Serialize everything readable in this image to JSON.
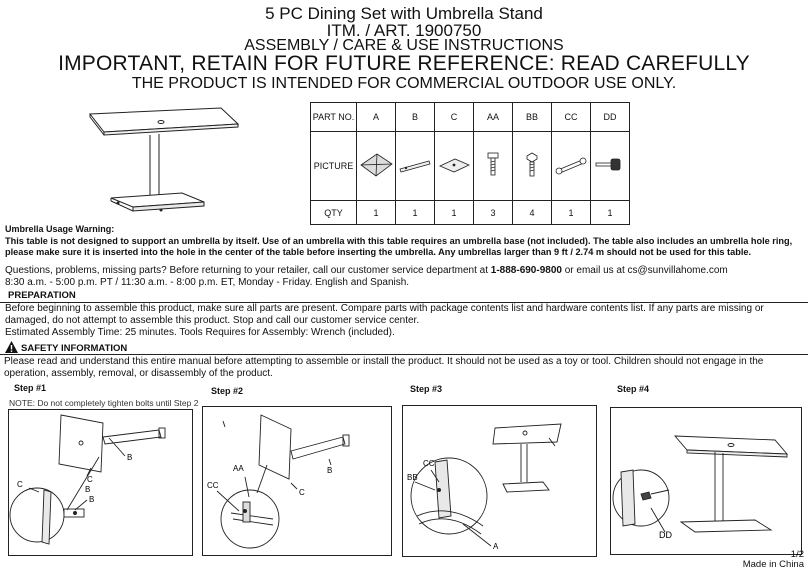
{
  "header": {
    "title": "5 PC Dining Set with Umbrella Stand",
    "item_no": "ITM. / ART. 1900750",
    "subtitle": "ASSEMBLY / CARE & USE INSTRUCTIONS",
    "important": "IMPORTANT, RETAIN FOR FUTURE  REFERENCE: READ CAREFULLY",
    "commercial": "THE PRODUCT IS INTENDED FOR COMMERCIAL OUTDOOR USE ONLY."
  },
  "parts_table": {
    "row_headers": [
      "PART NO.",
      "PICTURE",
      "QTY"
    ],
    "parts": [
      {
        "id": "A",
        "qty": "1",
        "icon": "base-plate-icon"
      },
      {
        "id": "B",
        "qty": "1",
        "icon": "pole-icon"
      },
      {
        "id": "C",
        "qty": "1",
        "icon": "plate-icon"
      },
      {
        "id": "AA",
        "qty": "3",
        "icon": "bolt-icon"
      },
      {
        "id": "BB",
        "qty": "4",
        "icon": "bolt-icon"
      },
      {
        "id": "CC",
        "qty": "1",
        "icon": "wrench-icon"
      },
      {
        "id": "DD",
        "qty": "1",
        "icon": "knob-icon"
      }
    ]
  },
  "umbrella": {
    "title": "Umbrella Usage Warning:",
    "body": "This table is not designed to support an umbrella by itself. Use of an umbrella with this table requires an umbrella base (not included). The table also includes an umbrella hole ring, please make sure it is inserted into the hole in the center of the table before inserting the umbrella. Any umbrellas larger than 9 ft / 2.74 m should not be used for this table."
  },
  "contact": {
    "questions_pre": "Questions, problems, missing parts? Before returning to your retailer, call our customer service department at ",
    "phone": "1-888-690-9800",
    "questions_post": " or email us at cs@sunvillahome.com",
    "hours": "8:30 a.m. - 5:00 p.m. PT / 11:30 a.m. - 8:00 p.m. ET, Monday - Friday. English and Spanish."
  },
  "preparation": {
    "title": "PREPARATION",
    "body": "Before beginning to assemble this product, make sure all parts are present. Compare parts with package contents list and hardware contents list. If any parts are missing or damaged, do not attempt to assemble this product. Stop and call our customer service center.",
    "estimate": "Estimated Assembly Time: 25 minutes. Tools Requires for Assembly: Wrench (included)."
  },
  "safety": {
    "title": "SAFETY INFORMATION",
    "body": "Please read and understand this entire manual before attempting to assemble or install the product. It should not be used as a toy or tool. Children should not engage in the operation, assembly, removal, or disassembly of the product."
  },
  "steps": {
    "labels": [
      "Step #1",
      "Step #2",
      "Step #3",
      "Step #4"
    ],
    "note": "NOTE: Do not completely tighten bolts until Step 2",
    "callouts": {
      "s1": [
        "B",
        "C",
        "B",
        "C",
        "B"
      ],
      "s2": [
        "AA",
        "CC",
        "B",
        "C"
      ],
      "s3": [
        "CC",
        "BB",
        "A"
      ],
      "s4": [
        "DD"
      ]
    }
  },
  "footer": {
    "page": "1/2",
    "made_in": "Made in China"
  }
}
